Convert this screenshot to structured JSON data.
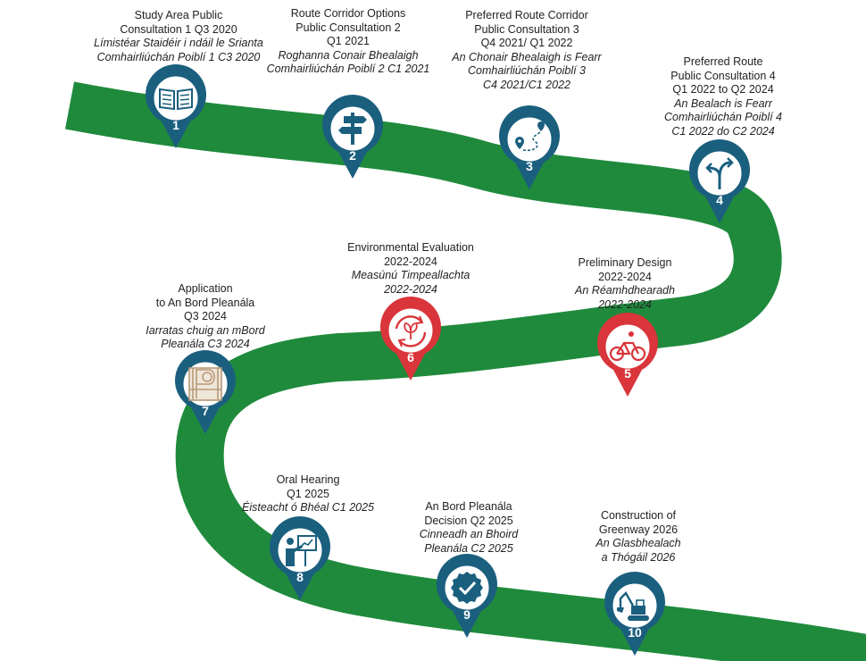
{
  "colors": {
    "road": "#1f8a3c",
    "pin_blue": "#1b5f7e",
    "pin_red": "#d9353a",
    "text": "#222222"
  },
  "milestones": [
    {
      "number": "1",
      "en": "Study Area Public\nConsultation 1 Q3 2020",
      "ga": "Límistéar Staidéir i ndáil le Srianta\nComhairliúchán Poiblí 1 C3 2020",
      "color": "blue",
      "icon": "open-book-icon"
    },
    {
      "number": "2",
      "en": "Route Corridor Options\nPublic Consultation 2\nQ1 2021",
      "ga": "Roghanna Conair Bhealaigh\nComhairliúchán Poiblí 2 C1 2021",
      "color": "blue",
      "icon": "signpost-icon"
    },
    {
      "number": "3",
      "en": "Preferred Route Corridor\nPublic Consultation 3\nQ4 2021/ Q1 2022",
      "ga": "An Chonair Bhealaigh is Fearr\nComhairliúchán Poiblí 3\nC4 2021/C1 2022",
      "color": "blue",
      "icon": "route-map-icon"
    },
    {
      "number": "4",
      "en": "Preferred Route\nPublic Consultation 4\nQ1 2022 to Q2 2024",
      "ga": "An Bealach is Fearr\nComhairliúchán Poiblí 4\nC1 2022  do C2 2024",
      "color": "blue",
      "icon": "split-arrows-icon"
    },
    {
      "number": "5",
      "en": "Preliminary Design\n2022-2024",
      "ga": "An Réamhdhearadh\n2022-2024",
      "color": "red",
      "icon": "cyclist-icon"
    },
    {
      "number": "6",
      "en": "Environmental Evaluation\n2022-2024",
      "ga": "Measúnú Timpeallachta\n2022-2024",
      "color": "red",
      "icon": "recycle-leaf-icon"
    },
    {
      "number": "7",
      "en": "Application\nto An Bord Pleanála\nQ3 2024",
      "ga": "Iarratas chuig an mBord\nPleanála C3 2024",
      "color": "blue",
      "icon": "bord-pleanala-logo-icon"
    },
    {
      "number": "8",
      "en": "Oral Hearing\nQ1 2025",
      "ga": "Éisteacht ó Bhéal C1 2025",
      "color": "blue",
      "icon": "presenter-icon"
    },
    {
      "number": "9",
      "en": "An Bord Pleanála\nDecision Q2 2025",
      "ga": "Cinneadh an Bhoird\nPleanála C2 2025",
      "color": "blue",
      "icon": "check-badge-icon"
    },
    {
      "number": "10",
      "en": "Construction of\nGreenway 2026",
      "ga": "An Glasbhealach\na Thógáil 2026",
      "color": "blue",
      "icon": "excavator-icon"
    }
  ]
}
